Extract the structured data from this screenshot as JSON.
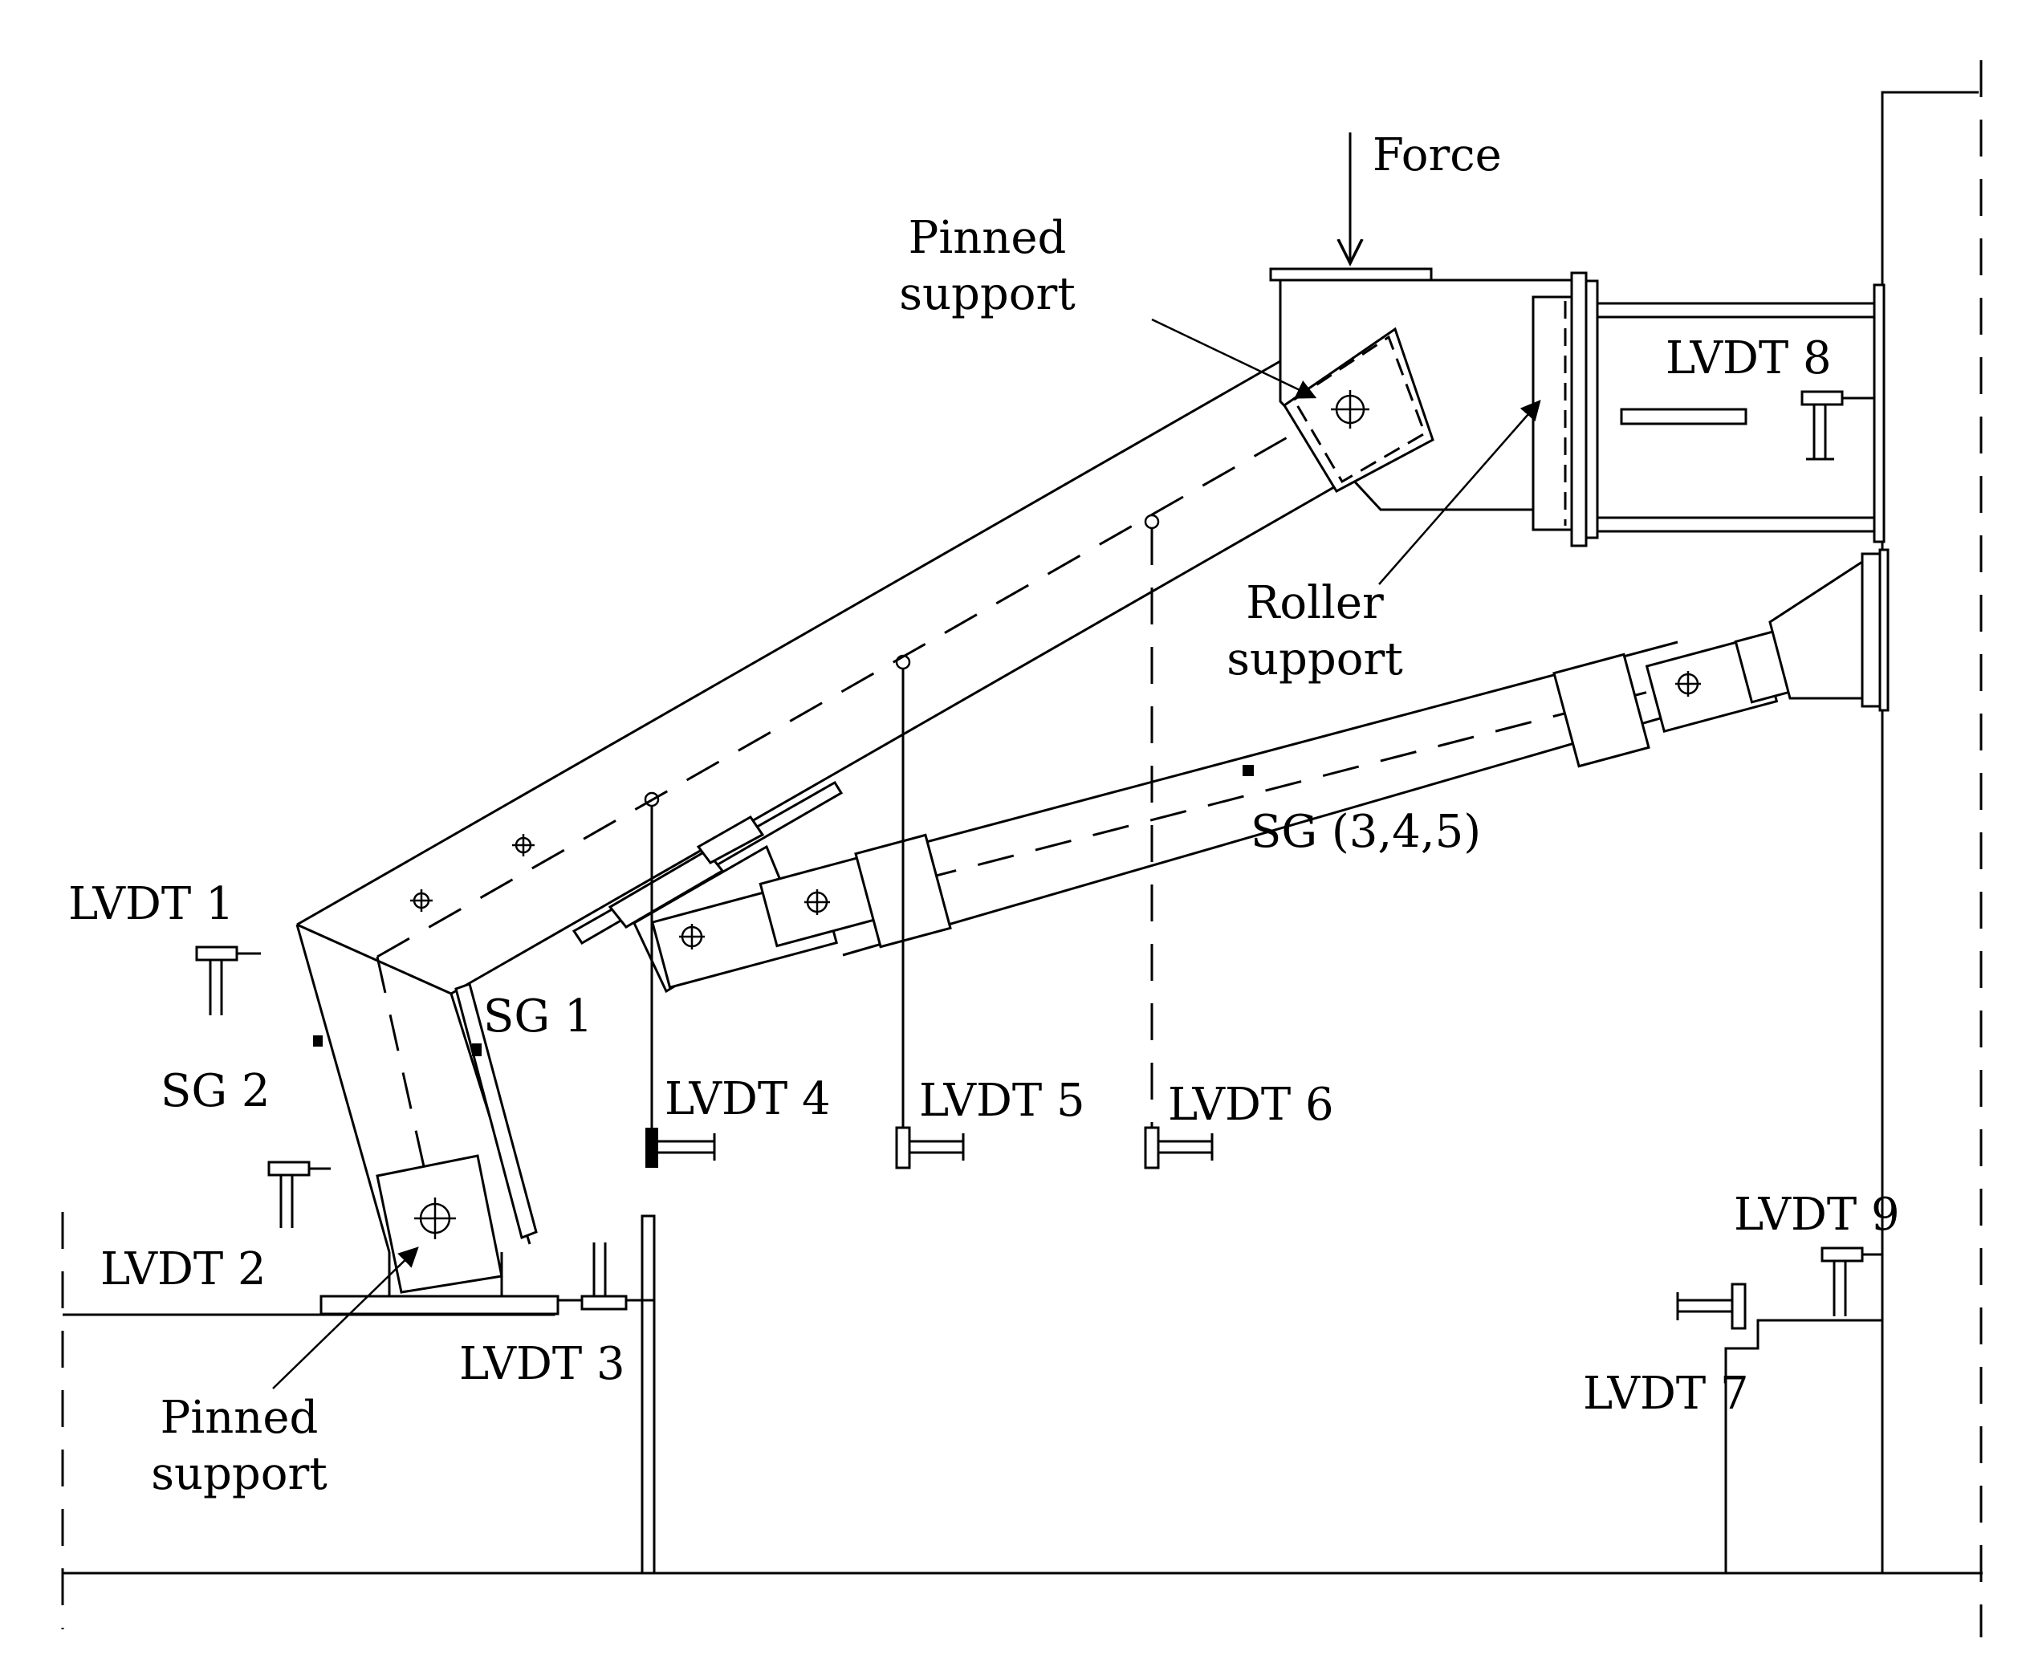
{
  "labels": {
    "force": "Force",
    "pinned_support_top": [
      "Pinned",
      "support"
    ],
    "pinned_support_bottom": [
      "Pinned",
      "support"
    ],
    "roller_support": [
      "Roller",
      "support"
    ],
    "lvdt1": "LVDT 1",
    "lvdt2": "LVDT 2",
    "lvdt3": "LVDT 3",
    "lvdt4": "LVDT 4",
    "lvdt5": "LVDT 5",
    "lvdt6": "LVDT 6",
    "lvdt7": "LVDT 7",
    "lvdt8": "LVDT 8",
    "lvdt9": "LVDT 9",
    "sg1": "SG 1",
    "sg2": "SG 2",
    "sg345": "SG (3,4,5)"
  },
  "colors": {
    "line": "#000000",
    "background": "#ffffff"
  }
}
